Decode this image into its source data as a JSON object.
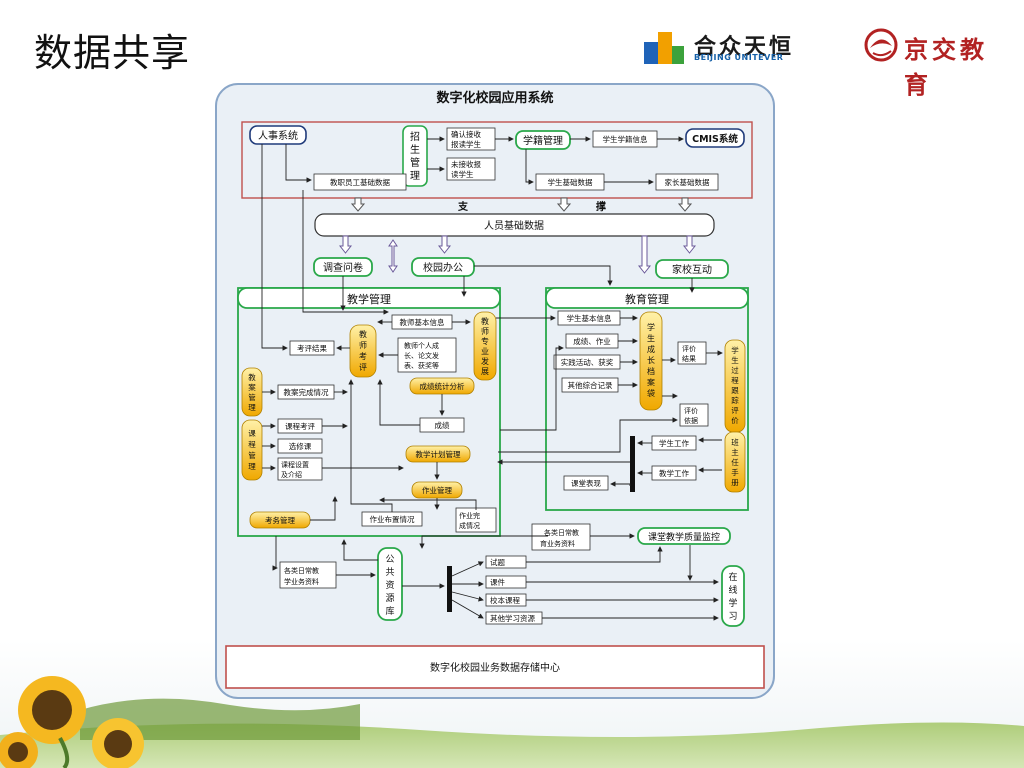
{
  "slide": {
    "title": "数据共享"
  },
  "logos": {
    "company_name": "合众天恒",
    "company_en": "BEIJING UNITEVER",
    "partner": "京交教育"
  },
  "diagram": {
    "title": "数字化校园应用系统",
    "top": {
      "renshi": "人事系统",
      "zhaosheng": "招生管理",
      "confirm_report": "确认接收报读学生",
      "not_confirm": "未接收报读学生",
      "xueji": "学籍管理",
      "student_xueji_info": "学生学籍信息",
      "cmis": "CMIS系统",
      "staff_basic": "教职员工基础数据",
      "student_basic": "学生基础数据",
      "parent_basic": "家长基础数据"
    },
    "support_left": "支",
    "support_right": "撑",
    "person_data": "人员基础数据",
    "survey": "调查问卷",
    "campus_office": "校园办公",
    "home_school": "家校互动",
    "teaching": {
      "title": "教学管理",
      "teacher_basic": "教师基本信息",
      "teacher_eval": "教师考评",
      "teacher_dev": "教师专业发展",
      "teacher_personal": "教师个人成长、论文发表、获奖等",
      "eval_result": "考评结果",
      "lesson_plan": "教案管理",
      "lesson_plan_done": "教案完成情况",
      "score_analysis": "成绩统计分析",
      "score": "成绩",
      "course_mgmt": "课程管理",
      "course_eval": "课程考评",
      "elective": "选修课",
      "course_setting": "课程设置及介绍",
      "plan_mgmt": "教学计划管理",
      "homework_mgmt": "作业管理",
      "homework_assign": "作业布置情况",
      "homework_done": "作业完成情况",
      "exam_mgmt": "考务管理"
    },
    "education": {
      "title": "教育管理",
      "student_basic_info": "学生基本信息",
      "score_homework": "成绩、作业",
      "practice_award": "实践活动、获奖",
      "other_records": "其他综合记录",
      "growth_file": "学生成长档案袋",
      "eval_result": "评价结果",
      "process_eval": "学生过程跟踪评价",
      "eval_basis": "评价依据",
      "student_work": "学生工作",
      "teaching_work": "教学工作",
      "class_handbook": "班主任手册",
      "class_performance": "课堂表现"
    },
    "bottom": {
      "daily_data_top": "各类日常教育业务资料",
      "quality_monitor": "课堂教学质量监控",
      "daily_data_left": "各类日常教学业务资料",
      "public_resource": "公共资源库",
      "test_items": "试题",
      "courseware": "课件",
      "school_course": "校本课程",
      "other_resource": "其他学习资源",
      "online_learning": "在线学习",
      "data_center": "数字化校园业务数据存储中心"
    },
    "colors": {
      "green": "#2aa84a",
      "red_frame": "#c0504d",
      "yellow_top": "#ffe27a",
      "yellow_bottom": "#f0a800",
      "panel_border": "#8aa6c8"
    }
  }
}
